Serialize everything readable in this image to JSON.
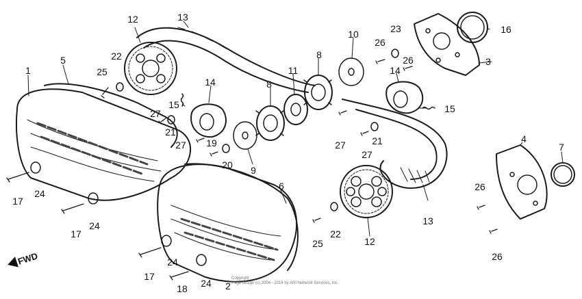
{
  "callouts": [
    {
      "id": "1a",
      "label": "1"
    },
    {
      "id": "2",
      "label": "2"
    },
    {
      "id": "3",
      "label": "3"
    },
    {
      "id": "4",
      "label": "4"
    },
    {
      "id": "5",
      "label": "5"
    },
    {
      "id": "6",
      "label": "6"
    },
    {
      "id": "7",
      "label": "7"
    },
    {
      "id": "8a",
      "label": "8"
    },
    {
      "id": "8b",
      "label": "8"
    },
    {
      "id": "9",
      "label": "9"
    },
    {
      "id": "10",
      "label": "10"
    },
    {
      "id": "11",
      "label": "11"
    },
    {
      "id": "12a",
      "label": "12"
    },
    {
      "id": "12b",
      "label": "12"
    },
    {
      "id": "13a",
      "label": "13"
    },
    {
      "id": "13b",
      "label": "13"
    },
    {
      "id": "14a",
      "label": "14"
    },
    {
      "id": "14b",
      "label": "14"
    },
    {
      "id": "15a",
      "label": "15"
    },
    {
      "id": "15b",
      "label": "15"
    },
    {
      "id": "16",
      "label": "16"
    },
    {
      "id": "17a",
      "label": "17"
    },
    {
      "id": "17b",
      "label": "17"
    },
    {
      "id": "17c",
      "label": "17"
    },
    {
      "id": "18",
      "label": "18"
    },
    {
      "id": "19",
      "label": "19"
    },
    {
      "id": "20",
      "label": "20"
    },
    {
      "id": "21a",
      "label": "21"
    },
    {
      "id": "21b",
      "label": "21"
    },
    {
      "id": "22a",
      "label": "22"
    },
    {
      "id": "22b",
      "label": "22"
    },
    {
      "id": "23",
      "label": "23"
    },
    {
      "id": "24a",
      "label": "24"
    },
    {
      "id": "24b",
      "label": "24"
    },
    {
      "id": "24c",
      "label": "24"
    },
    {
      "id": "24d",
      "label": "24"
    },
    {
      "id": "25a",
      "label": "25"
    },
    {
      "id": "25b",
      "label": "25"
    },
    {
      "id": "26a",
      "label": "26"
    },
    {
      "id": "26b",
      "label": "26"
    },
    {
      "id": "26c",
      "label": "26"
    },
    {
      "id": "26d",
      "label": "26"
    },
    {
      "id": "27a",
      "label": "27"
    },
    {
      "id": "27b",
      "label": "27"
    },
    {
      "id": "27c",
      "label": "27"
    },
    {
      "id": "27d",
      "label": "27"
    }
  ],
  "fwd_label": "FWD",
  "copyright_line1": "Copyright",
  "copyright_line2": "Page design (c) 2004 - 2014 by ARI Network Services, Inc."
}
